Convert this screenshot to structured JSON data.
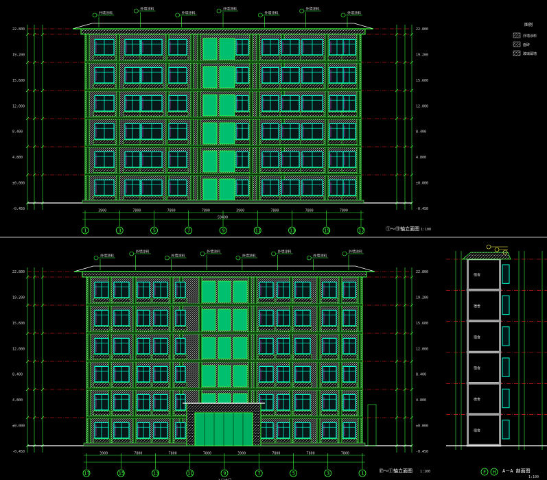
{
  "drawings": {
    "top": {
      "title": "①～⑰轴立面图",
      "scale": "1:100",
      "axis_labels": [
        "1",
        "3",
        "5",
        "7",
        "9",
        "11",
        "13",
        "15",
        "17"
      ],
      "bottom_dims": [
        "3900",
        "7800",
        "7800",
        "7800",
        "3900",
        "7800",
        "7800",
        "7800",
        "3900"
      ],
      "total_dim": "59400",
      "left_levels": [
        "22.800",
        "19.200",
        "15.600",
        "12.000",
        "8.400",
        "4.800",
        "±0.000",
        "-0.450"
      ],
      "callouts": [
        "外墙涂料",
        "外墙涂料",
        "外墙涂料",
        "外墙涂料",
        "外墙涂料",
        "外墙涂料",
        "外墙涂料"
      ]
    },
    "bottom": {
      "title": "⑰～①轴立面图",
      "scale": "1:100",
      "axis_labels": [
        "17",
        "15",
        "13",
        "11",
        "9",
        "7",
        "5",
        "3",
        "1"
      ],
      "bottom_dims": [
        "3900",
        "7800",
        "7800",
        "7800",
        "3900",
        "7800",
        "7800",
        "7800",
        "3900"
      ],
      "left_levels": [
        "22.800",
        "19.200",
        "15.600",
        "12.000",
        "8.400",
        "4.800",
        "±0.000",
        "-0.450"
      ],
      "callouts": [
        "外墙涂料",
        "外墙涂料",
        "外墙涂料",
        "外墙涂料",
        "外墙涂料",
        "外墙涂料",
        "外墙涂料",
        "外墙涂料"
      ],
      "entrance_label": "入口大门"
    },
    "section": {
      "title": "A－A 剖面图",
      "scale": "1:100",
      "axis_labels": [
        "F",
        "H"
      ],
      "room_labels": [
        "宿舍",
        "宿舍",
        "宿舍",
        "宿舍",
        "宿舍",
        "宿舍"
      ]
    }
  },
  "legend": {
    "title": "图例",
    "items": [
      {
        "label": "外墙涂料",
        "color": "#7a7a7a"
      },
      {
        "label": "面砖",
        "color": "#5a5a5a"
      },
      {
        "label": "玻璃幕墙",
        "color": "#3a3a3a"
      }
    ]
  },
  "colors": {
    "background": "#000000",
    "outline": "#3cff3c",
    "glass": "#00ffd0",
    "level_line": "#ff2020",
    "magenta": "#ff40ff",
    "yellow": "#ffff40",
    "white": "#ffffff"
  }
}
